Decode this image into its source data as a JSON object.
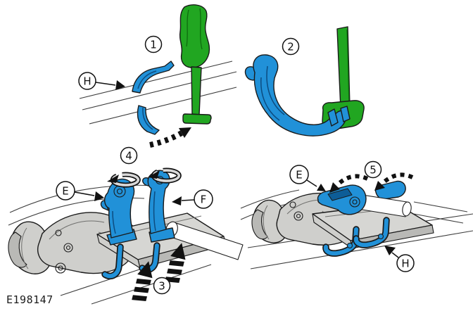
{
  "figure": {
    "id": "E198147"
  },
  "palette": {
    "part_blue": "#2191d8",
    "part_blue_dark": "#0d5d97",
    "part_green": "#21a621",
    "part_green_dark": "#128012",
    "part_gray": "#cfcfcc",
    "part_gray_light": "#d6d6d3",
    "part_gray_dark": "#b9b9b6",
    "motion_black": "#111111",
    "background": "#ffffff"
  },
  "panels": {
    "top_left": {
      "step": "1",
      "clip_label": "H"
    },
    "top_right": {
      "step": "2"
    },
    "bottom_left": {
      "step_press": "3",
      "step_rotate": "4",
      "lever_left": "E",
      "lever_right": "F"
    },
    "bottom_right": {
      "step_fold": "5",
      "lever": "E",
      "clip_label": "H"
    }
  }
}
